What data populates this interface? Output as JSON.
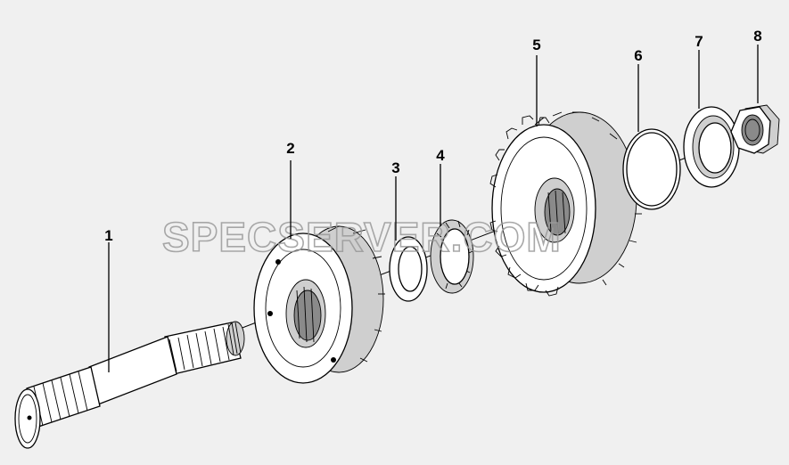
{
  "callouts": {
    "c1": "1",
    "c2": "2",
    "c3": "3",
    "c4": "4",
    "c5": "5",
    "c6": "6",
    "c7": "7",
    "c8": "8"
  },
  "watermark": "SPECSERVER.COM"
}
